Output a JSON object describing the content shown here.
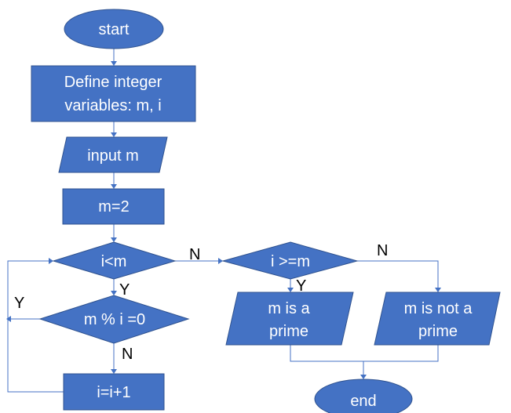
{
  "nodes": {
    "start": "start",
    "define_line1": "Define integer",
    "define_line2": "variables: m, i",
    "input": "input m",
    "assign": "m=2",
    "cond1": "i<m",
    "cond2": "m % i =0",
    "increment": "i=i+1",
    "cond3": "i >=m",
    "prime_line1": "m is  a",
    "prime_line2": "prime",
    "notprime_line1": "m is not a",
    "notprime_line2": "prime",
    "end": "end"
  },
  "edge_labels": {
    "cond1_no": "N",
    "cond1_yes": "Y",
    "cond2_yes": "Y",
    "cond2_no": "N",
    "cond3_no": "N",
    "cond3_yes": "Y"
  },
  "colors": {
    "shape_fill": "#4472C4",
    "shape_border": "#2F528F",
    "connector": "#4472C4",
    "shape_text": "#FFFFFF",
    "edge_label_text": "#000000"
  }
}
